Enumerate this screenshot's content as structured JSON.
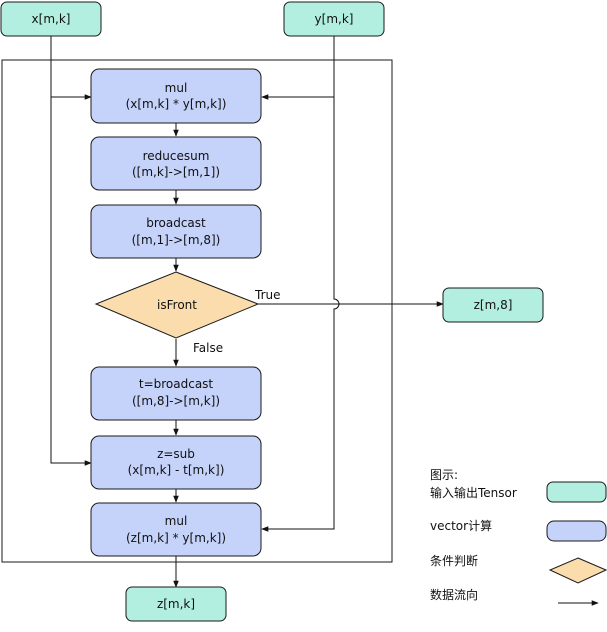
{
  "colors": {
    "io": "#b2efe0",
    "vector": "#c5d2fa",
    "decision": "#fbdcad",
    "stroke": "#1a1a1a",
    "edge": "#111111"
  },
  "inputs": {
    "x": "x[m,k]",
    "y": "y[m,k]"
  },
  "nodes": {
    "mul1": {
      "line1": "mul",
      "line2": "(x[m,k] * y[m,k])"
    },
    "reducesum": {
      "line1": "reducesum",
      "line2": "([m,k]->[m,1])"
    },
    "broadcast": {
      "line1": "broadcast",
      "line2": "([m,1]->[m,8])"
    },
    "isfront": {
      "label": "isFront"
    },
    "tbroadcast": {
      "line1": "t=broadcast",
      "line2": "([m,8]->[m,k])"
    },
    "zsub": {
      "line1": "z=sub",
      "line2": "(x[m,k] - t[m,k])"
    },
    "mul2": {
      "line1": "mul",
      "line2": "(z[m,k] * y[m,k])"
    }
  },
  "branches": {
    "true_label": "True",
    "false_label": "False"
  },
  "outputs": {
    "z8": "z[m,8]",
    "zmk": "z[m,k]"
  },
  "legend": {
    "title": "图示:",
    "io_label": "输入输出Tensor",
    "vector_label": "vector计算",
    "decision_label": "条件判断",
    "flow_label": "数据流向"
  }
}
